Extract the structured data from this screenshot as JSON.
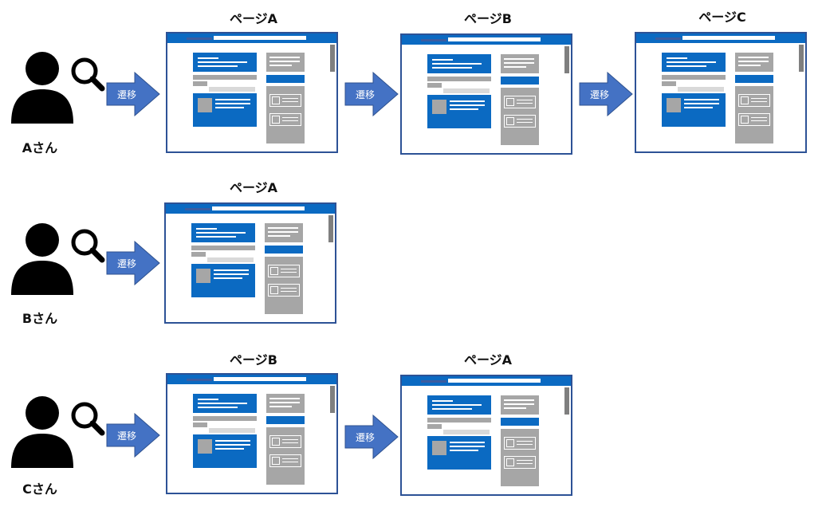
{
  "rows": [
    {
      "user": "Aさん",
      "arrows": [
        "遷移",
        "遷移",
        "遷移"
      ],
      "pages": [
        "ページA",
        "ページB",
        "ページC"
      ]
    },
    {
      "user": "Bさん",
      "arrows": [
        "遷移"
      ],
      "pages": [
        "ページA"
      ]
    },
    {
      "user": "Cさん",
      "arrows": [
        "遷移",
        "遷移"
      ],
      "pages": [
        "ページB",
        "ページA"
      ]
    }
  ],
  "colors": {
    "arrow_fill": "#4472c4",
    "page_border": "#2d5296",
    "page_blue": "#0b6ac2",
    "gray": "#a6a6a6"
  },
  "icons": [
    "user-icon",
    "magnifier-icon",
    "arrow-right-icon"
  ]
}
